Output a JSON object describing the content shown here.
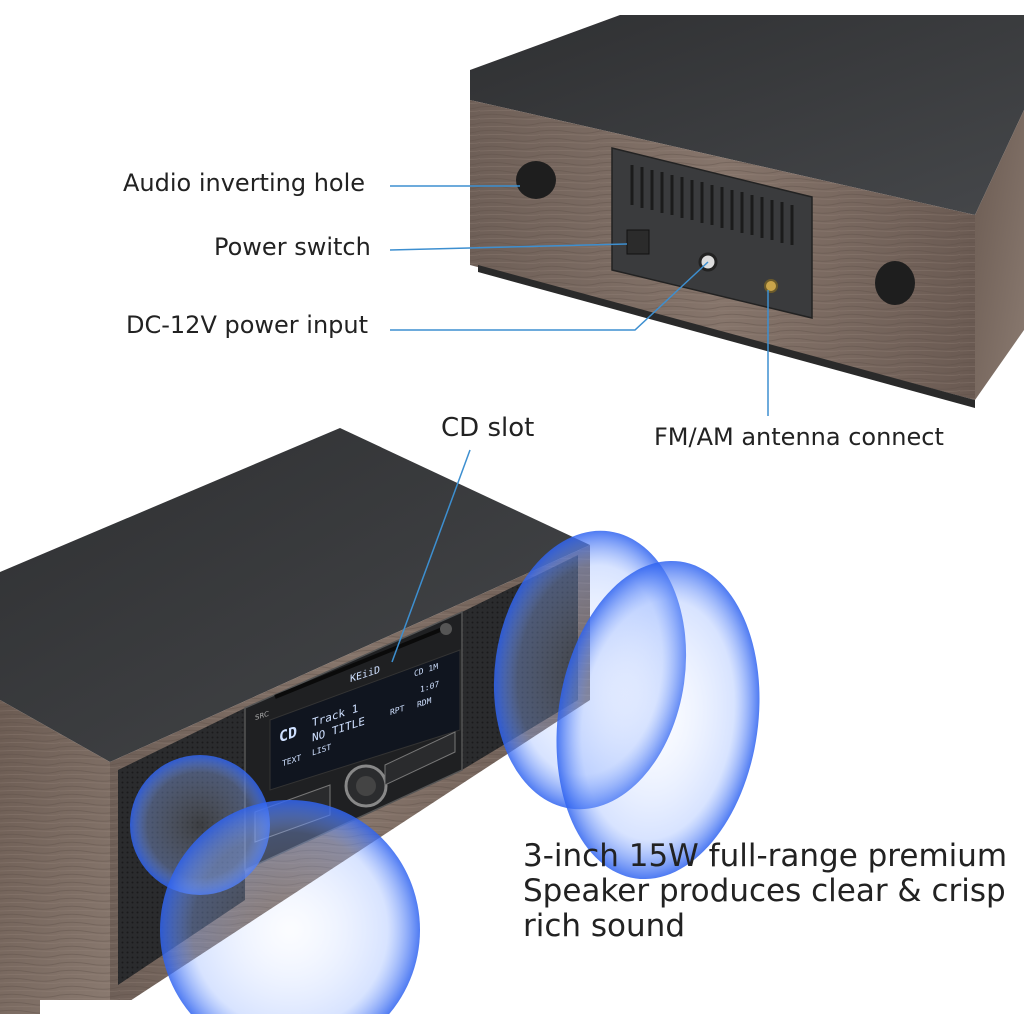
{
  "callouts": {
    "audio_inverting_hole": "Audio inverting hole",
    "power_switch": "Power switch",
    "dc_power_input": "DC-12V power input",
    "fm_am_antenna": "FM/AM antenna connect",
    "cd_slot": "CD slot"
  },
  "caption": {
    "line1": "3-inch 15W full-range premium",
    "line2": "Speaker produces clear & crisp",
    "line3": "rich sound"
  },
  "device_display": {
    "brand": "KEiiD",
    "mode": "CD",
    "badge": "CD 1M",
    "time": "1:07",
    "track": "Track 1",
    "title": "NO TITLE",
    "soft_keys": [
      "RPT",
      "RDM",
      "TEXT",
      "LIST"
    ],
    "src_button": "SRC"
  },
  "colors": {
    "cabinet_top": "#3a3b3d",
    "wood": "#7a6a60",
    "callout_line": "#3d8fd0",
    "sound_wave": "#3d6ff0"
  }
}
